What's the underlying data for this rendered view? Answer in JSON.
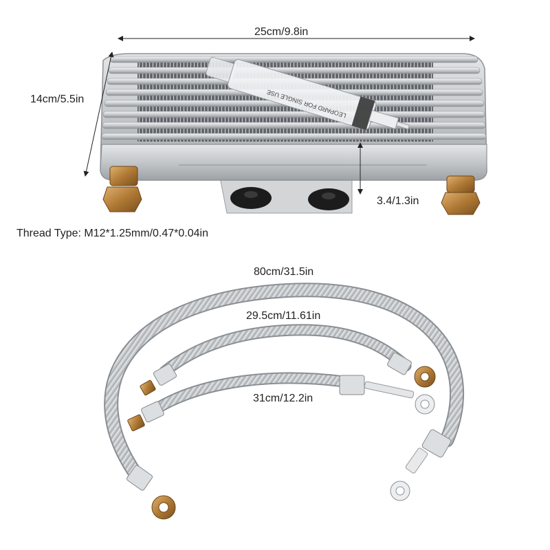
{
  "dimensions": {
    "cooler_width": "25cm/9.8in",
    "cooler_height": "14cm/5.5in",
    "bracket_height": "3.4/1.3in"
  },
  "thread_type": "Thread Type: M12*1.25mm/0.47*0.04in",
  "hoses": {
    "long": "80cm/31.5in",
    "medium": "29.5cm/11.61in",
    "short": "31cm/12.2in"
  },
  "syringe_text": "LEOPARD FOR SINGLE USE",
  "colors": {
    "aluminum": "#c9cbcd",
    "fin_dark": "#6b6e72",
    "brass": "#b8823a",
    "rubber": "#1c1c1c",
    "braid": "#b9bcc0"
  }
}
